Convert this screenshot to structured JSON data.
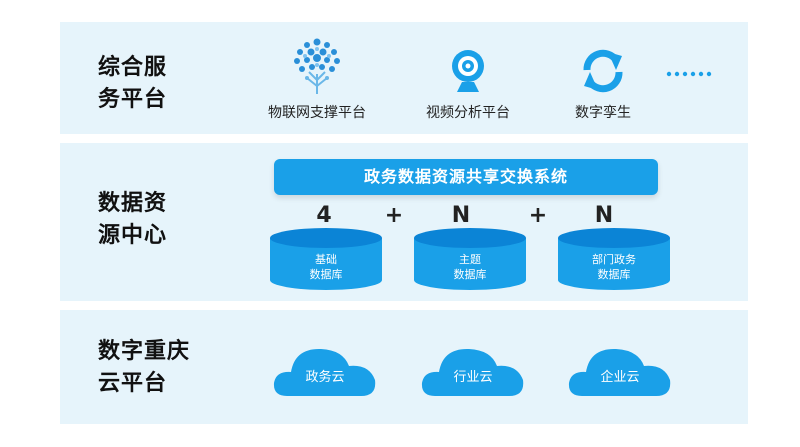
{
  "rows": {
    "service": {
      "title": "综合服\n务平台",
      "items": [
        {
          "label": "物联网支撑平台",
          "icon": "iot-tree-icon"
        },
        {
          "label": "视频分析平台",
          "icon": "webcam-icon"
        },
        {
          "label": "数字孪生",
          "icon": "sync-arrows-icon"
        }
      ],
      "more_icon": "ellipsis-icon"
    },
    "data": {
      "title": "数据资\n源中心",
      "exchange_bar": "政务数据资源共享交换系统",
      "formula": [
        "4",
        "+",
        "N",
        "+",
        "N"
      ],
      "databases": [
        "基础\n数据库",
        "主题\n数据库",
        "部门政务\n数据库"
      ]
    },
    "cloud": {
      "title": "数字重庆\n云平台",
      "clouds": [
        "政务云",
        "行业云",
        "企业云"
      ]
    }
  },
  "colors": {
    "band_bg": "#e6f4fb",
    "accent": "#1aa0e8",
    "accent_dark": "#0b84d6"
  }
}
